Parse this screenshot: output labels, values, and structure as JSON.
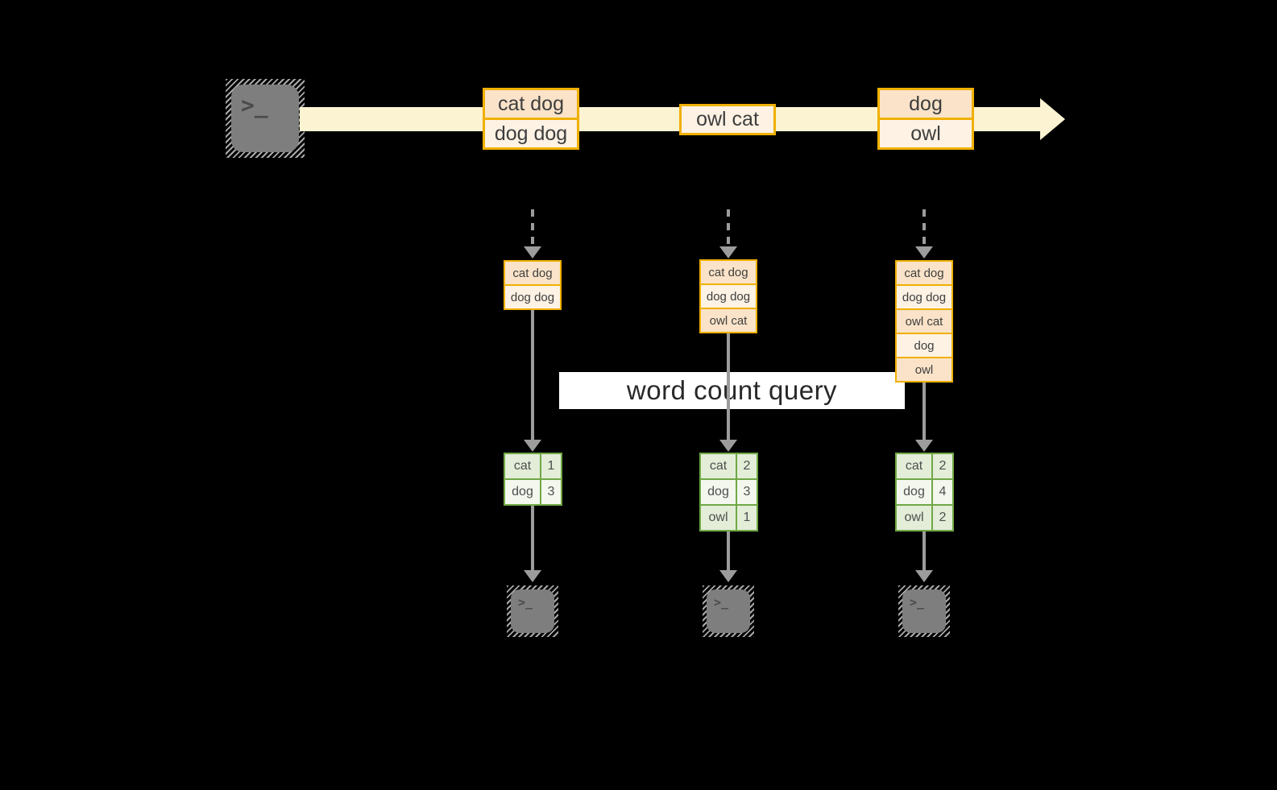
{
  "diagram": {
    "query_label": "word count query",
    "terminal_glyph": ">_",
    "stream": {
      "events": [
        {
          "rows": [
            "cat dog",
            "dog dog"
          ]
        },
        {
          "rows": [
            "owl cat"
          ]
        },
        {
          "rows": [
            "dog",
            "owl"
          ]
        }
      ]
    },
    "columns": [
      {
        "state": [
          "cat dog",
          "dog dog"
        ],
        "result": [
          {
            "word": "cat",
            "count": "1"
          },
          {
            "word": "dog",
            "count": "3"
          }
        ]
      },
      {
        "state": [
          "cat dog",
          "dog dog",
          "owl cat"
        ],
        "result": [
          {
            "word": "cat",
            "count": "2"
          },
          {
            "word": "dog",
            "count": "3"
          },
          {
            "word": "owl",
            "count": "1"
          }
        ]
      },
      {
        "state": [
          "cat dog",
          "dog dog",
          "owl cat",
          "dog",
          "owl"
        ],
        "result": [
          {
            "word": "cat",
            "count": "2"
          },
          {
            "word": "dog",
            "count": "4"
          },
          {
            "word": "owl",
            "count": "2"
          }
        ]
      }
    ],
    "colors": {
      "event_border": "#F0B000",
      "event_fill_dark": "#FAE3C8",
      "event_fill_light": "#FDF2E4",
      "stream_band": "#FCF3D2",
      "table_border": "#6FA845",
      "table_fill_dark": "#E3EDD8",
      "table_fill_light": "#F3F7EE",
      "arrow_gray": "#9C9C9C",
      "terminal_gray": "#7E7E7E",
      "banner_bg": "#FFFFFF"
    }
  }
}
